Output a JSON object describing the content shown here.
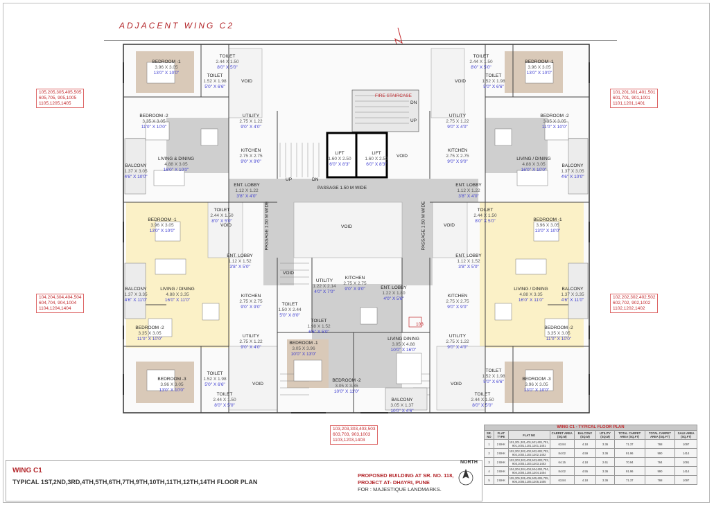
{
  "adjacent_label": "ADJACENT WING  C2",
  "fire_staircase": "FIRE STAIRCASE",
  "passage_h": "PASSAGE 1.50 M WIDE",
  "passage_v": "PASSAGE 1.50 M WIDE",
  "up": "UP",
  "dn": "DN",
  "rooms": {
    "tl_toilet1": {
      "name": "TOILET",
      "dim": "2.44 X 1.50",
      "ft": "8'0\" X 5'0\""
    },
    "tl_toilet2": {
      "name": "TOILET",
      "dim": "1.52 X 1.98",
      "ft": "5'0\" X 6'6\""
    },
    "tl_bed1": {
      "name": "BEDROOM -1",
      "dim": "3.96 X 3.05",
      "ft": "13'0\" X 10'0\""
    },
    "tl_bed2": {
      "name": "BEDROOM -2",
      "dim": "3.35 X 3.05",
      "ft": "11'0\" X 10'0\""
    },
    "tl_utility": {
      "name": "UTILITY",
      "dim": "2.75 X 1.22",
      "ft": "9'0\" X 4'0\""
    },
    "tl_kitchen": {
      "name": "KITCHEN",
      "dim": "2.75 X 2.75",
      "ft": "9'0\" X 9'0\""
    },
    "tl_living": {
      "name": "LIVING & DINING",
      "dim": "4.88 X 3.05",
      "ft": "16'0\" X 10'0\""
    },
    "tl_balcony": {
      "name": "BALCONY",
      "dim": "1.37 X 3.05",
      "ft": "4'6\" X 10'0\""
    },
    "tl_entlobby": {
      "name": "ENT. LOBBY",
      "dim": "1.12 X 1.22",
      "ft": "3'8\" X 4'0\""
    },
    "lift1": {
      "name": "LIFT",
      "dim": "1.60 X 2.50",
      "ft": "6'0\" X 8'3\""
    },
    "lift2": {
      "name": "LIFT",
      "dim": "1.60 X 2.50",
      "ft": "6'0\" X 8'3\""
    },
    "tr_toilet1": {
      "name": "TOILET",
      "dim": "2.44 X 1.50",
      "ft": "8'0\" X 5'0\""
    },
    "tr_toilet2": {
      "name": "TOILET",
      "dim": "1.52 X 1.98",
      "ft": "5'0\" X 6'6\""
    },
    "tr_bed1": {
      "name": "BEDROOM -1",
      "dim": "3.96 X 3.05",
      "ft": "13'0\" X 10'0\""
    },
    "tr_bed2": {
      "name": "BEDROOM -2",
      "dim": "3.35 X 3.05",
      "ft": "11'0\" X 10'0\""
    },
    "tr_utility": {
      "name": "UTILITY",
      "dim": "2.75 X 1.22",
      "ft": "9'0\" X 4'0\""
    },
    "tr_kitchen": {
      "name": "KITCHEN",
      "dim": "2.75 X 2.75",
      "ft": "9'0\" X 9'0\""
    },
    "tr_living": {
      "name": "LIVING / DINING",
      "dim": "4.88 X 3.05",
      "ft": "16'0\" X 10'0\""
    },
    "tr_balcony": {
      "name": "BALCONY",
      "dim": "1.37 X 3.05",
      "ft": "4'6\" X 10'0\""
    },
    "tr_entlobby": {
      "name": "ENT. LOBBY",
      "dim": "1.12 X 1.22",
      "ft": "3'8\" X 4'0\""
    },
    "ml_toilet": {
      "name": "TOILET",
      "dim": "2.44 X 1.50",
      "ft": "8'0\" X 5'0\""
    },
    "ml_bed1": {
      "name": "BEDROOM -1",
      "dim": "3.96 X 3.05",
      "ft": "13'0\" X 10'0\""
    },
    "ml_entlobby": {
      "name": "ENT. LOBBY",
      "dim": "1.12 X 1.52",
      "ft": "3'8\" X 5'0\""
    },
    "ml_living": {
      "name": "LIVING / DINING",
      "dim": "4.88 X 3.35",
      "ft": "16'0\" X 11'0\""
    },
    "ml_balcony": {
      "name": "BALCONY",
      "dim": "1.37 X 3.35",
      "ft": "4'6\" X 11'0\""
    },
    "ml_kitchen": {
      "name": "KITCHEN",
      "dim": "2.75 X 2.75",
      "ft": "9'0\" X 9'0\""
    },
    "ml_bed2": {
      "name": "BEDROOM -2",
      "dim": "3.35 X 3.05",
      "ft": "11'0\" X 10'0\""
    },
    "ml_utility": {
      "name": "UTILITY",
      "dim": "2.75 X 1.22",
      "ft": "9'0\" X 4'0\""
    },
    "bl_toilet1": {
      "name": "TOILET",
      "dim": "1.52 X 1.98",
      "ft": "5'0\" X 6'6\""
    },
    "bl_toilet2": {
      "name": "TOILET",
      "dim": "2.44 X 1.50",
      "ft": "8'0\" X 5'0\""
    },
    "bl_bed3": {
      "name": "BEDROOM -3",
      "dim": "3.96 X 3.05",
      "ft": "13'0\" X 10'0\""
    },
    "mr_toilet": {
      "name": "TOILET",
      "dim": "2.44 X 1.50",
      "ft": "8'0\" X 5'0\""
    },
    "mr_bed1": {
      "name": "BEDROOM -1",
      "dim": "3.96 X 3.05",
      "ft": "13'0\" X 10'0\""
    },
    "mr_entlobby": {
      "name": "ENT. LOBBY",
      "dim": "1.12 X 1.52",
      "ft": "3'8\" X 5'0\""
    },
    "mr_living": {
      "name": "LIVING / DINING",
      "dim": "4.88 X 3.35",
      "ft": "16'0\" X 11'0\""
    },
    "mr_balcony": {
      "name": "BALCONY",
      "dim": "1.37 X 3.35",
      "ft": "4'6\" X 11'0\""
    },
    "mr_kitchen": {
      "name": "KITCHEN",
      "dim": "2.75 X 2.75",
      "ft": "9'0\" X 9'0\""
    },
    "mr_bed2": {
      "name": "BEDROOM -2",
      "dim": "3.35 X 3.05",
      "ft": "11'0\" X 10'0\""
    },
    "mr_utility": {
      "name": "UTILITY",
      "dim": "2.75 X 1.22",
      "ft": "9'0\" X 4'0\""
    },
    "br_toilet1": {
      "name": "TOILET",
      "dim": "1.52 X 1.98",
      "ft": "5'0\" X 6'6\""
    },
    "br_toilet2": {
      "name": "TOILET",
      "dim": "2.44 X 1.50",
      "ft": "8'0\" X 5'0\""
    },
    "br_bed3": {
      "name": "BEDROOM -3",
      "dim": "3.96 X 3.05",
      "ft": "13'0\" X 10'0\""
    },
    "c_utility": {
      "name": "UTILITY",
      "dim": "1.22 X 2.14",
      "ft": "4'0\" X 7'0\""
    },
    "c_kitchen": {
      "name": "KITCHEN",
      "dim": "2.75 X 2.75",
      "ft": "9'0\" X 9'0\""
    },
    "c_entlobby": {
      "name": "ENT. LOBBY",
      "dim": "1.22 X 1.80",
      "ft": "4'0\" X 5'6\""
    },
    "c_toilet1": {
      "name": "TOILET",
      "dim": "1.50 X 2.44",
      "ft": "5'0\" X 8'0\""
    },
    "c_toilet2": {
      "name": "TOILET",
      "dim": "1.98 X 1.52",
      "ft": "6'6\" X 5'0\""
    },
    "c_living": {
      "name": "LIVING DINING",
      "dim": "3.05 X 4.88",
      "ft": "10'0\" X 16'0\""
    },
    "c_bed1": {
      "name": "BEDROOM -1",
      "dim": "3.05 X 3.96",
      "ft": "10'0\" X 13'0\""
    },
    "c_bed2": {
      "name": "BEDROOM -2",
      "dim": "3.05 X 3.35",
      "ft": "10'0\" X 11'0\""
    },
    "c_balcony": {
      "name": "BALCONY",
      "dim": "3.05 X 1.37",
      "ft": "10'0\" X 4'6\""
    }
  },
  "flat_groups": {
    "left_top": "105,205,305,405,505\n605,705, 905,1005\n1105,1205,1405",
    "right_top": "101,201,301,401,501\n601,701, 901,1001\n1101,1201,1401",
    "left_mid": "104,204,304,404,504\n604,704, 904,1004\n1104,1204,1404",
    "right_mid": "102,202,302,402,502\n602,702, 902,1002\n1102,1202,1402",
    "bottom": "103,203,303,403,503\n603,703, 903,1003\n1103,1203,1403"
  },
  "tag_103": "103",
  "void": "VOID",
  "wing_title": "WING C1",
  "wing_sub": "TYPICAL 1ST,2ND,3RD,4TH,5TH,6TH,7TH,9TH,10TH,11TH,12TH,14TH FLOOR PLAN",
  "north": "NORTH",
  "proposed": {
    "l1": "PROPOSED BUILDING AT SR. NO. 118,",
    "l2": "PROJECT AT-  DHAYRI, PUNE",
    "l3": "FOR : MAJESTIQUE LANDMARKS."
  },
  "table": {
    "title": "WING C1 - TYPICAL FLOOR PLAN",
    "headers": [
      "SR. NO",
      "FLAT TYPE",
      "FLAT NO",
      "CARPET AREA (SQ.M)",
      "BALCONY (SQ.M)",
      "UTILITY (SQ.M)",
      "TOTAL CARPET AREA (SQ.FT)",
      "TOTAL CARPET AREA (SQ.FT)",
      "SALE AREA (SQ.FT)"
    ],
    "rows": [
      [
        "1",
        "2 BHK",
        "101,201,301,401,501,601,701,\n901,1001,1101,1201,1401",
        "63.84",
        "4.18",
        "3.36",
        "71.37",
        "768",
        "1097"
      ],
      [
        "2",
        "3 BHK",
        "102,202,302,402,502,602,702,\n902,1002,1102,1202,1402",
        "84.02",
        "4.59",
        "3.36",
        "91.96",
        "990",
        "1414"
      ],
      [
        "3",
        "2 BHK",
        "103,203,303,403,503,603,703,\n903,1003,1103,1203,1403",
        "64.15",
        "4.18",
        "2.61",
        "70.94",
        "764",
        "1091"
      ],
      [
        "4",
        "3 BHK",
        "104,204,304,404,504,604,704,\n904,1004,1104,1204,1404",
        "84.02",
        "4.55",
        "3.36",
        "91.96",
        "990",
        "1414"
      ],
      [
        "5",
        "2 BHK",
        "105,205,305,405,505,605,705,\n905,1005,1105,1205,1405",
        "63.84",
        "4.18",
        "3.36",
        "71.37",
        "768",
        "1097"
      ]
    ]
  }
}
